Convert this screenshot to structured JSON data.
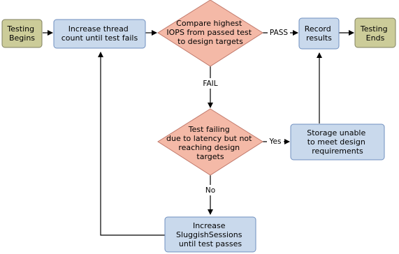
{
  "colors": {
    "terminal_fill": "#cccc99",
    "terminal_stroke": "#808060",
    "process_fill": "#c9d9ec",
    "process_stroke": "#6f8fbf",
    "decision_fill": "#f4b9a7",
    "decision_stroke": "#c0786a",
    "edge": "#000000",
    "label_bg": "#ffffff"
  },
  "nodes": {
    "start": {
      "type": "terminal",
      "lines": [
        "Testing",
        "Begins"
      ]
    },
    "increase_threads": {
      "type": "process",
      "lines": [
        "Increase thread",
        "count until test fails"
      ]
    },
    "compare_iops": {
      "type": "decision",
      "lines": [
        "Compare highest",
        "IOPS from passed test",
        "to design targets"
      ]
    },
    "record_results": {
      "type": "process",
      "lines": [
        "Record",
        "results"
      ]
    },
    "end": {
      "type": "terminal",
      "lines": [
        "Testing",
        "Ends"
      ]
    },
    "latency_check": {
      "type": "decision",
      "lines": [
        "Test failing",
        "due to latency but not",
        "reaching design",
        "targets"
      ]
    },
    "storage_unable": {
      "type": "process",
      "lines": [
        "Storage unable",
        "to meet design",
        "requirements"
      ]
    },
    "increase_sessions": {
      "type": "process",
      "lines": [
        "Increase",
        "SluggishSessions",
        "until test passes"
      ]
    }
  },
  "edge_labels": {
    "pass": "PASS",
    "fail": "FAIL",
    "yes": "Yes",
    "no": "No"
  }
}
